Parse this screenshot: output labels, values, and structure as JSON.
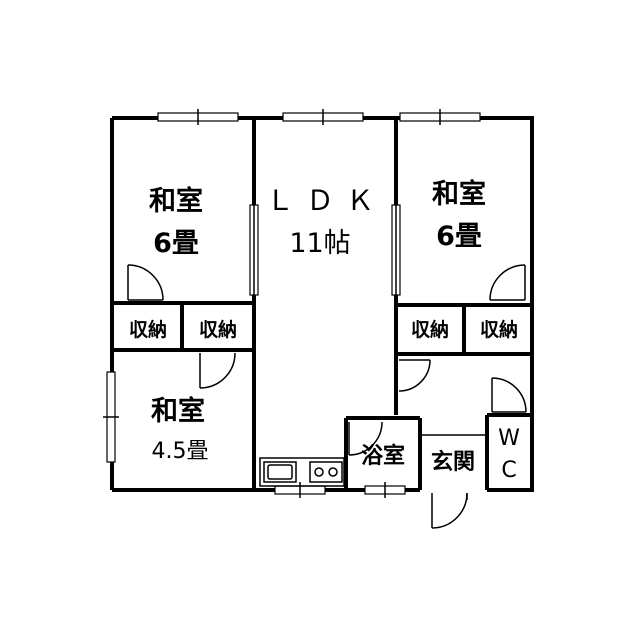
{
  "rooms": {
    "washitsu_left": {
      "name": "和室",
      "size": "6畳"
    },
    "ldk": {
      "name": "ＬＤＫ",
      "size": "11帖"
    },
    "washitsu_right": {
      "name": "和室",
      "size": "6畳"
    },
    "washitsu_small": {
      "name": "和室",
      "size": "4.5畳"
    },
    "storage_1": "収納",
    "storage_2": "収納",
    "storage_3": "収納",
    "storage_4": "収納",
    "bath": "浴室",
    "entrance": "玄関",
    "wc_top": "W",
    "wc_bottom": "C"
  }
}
